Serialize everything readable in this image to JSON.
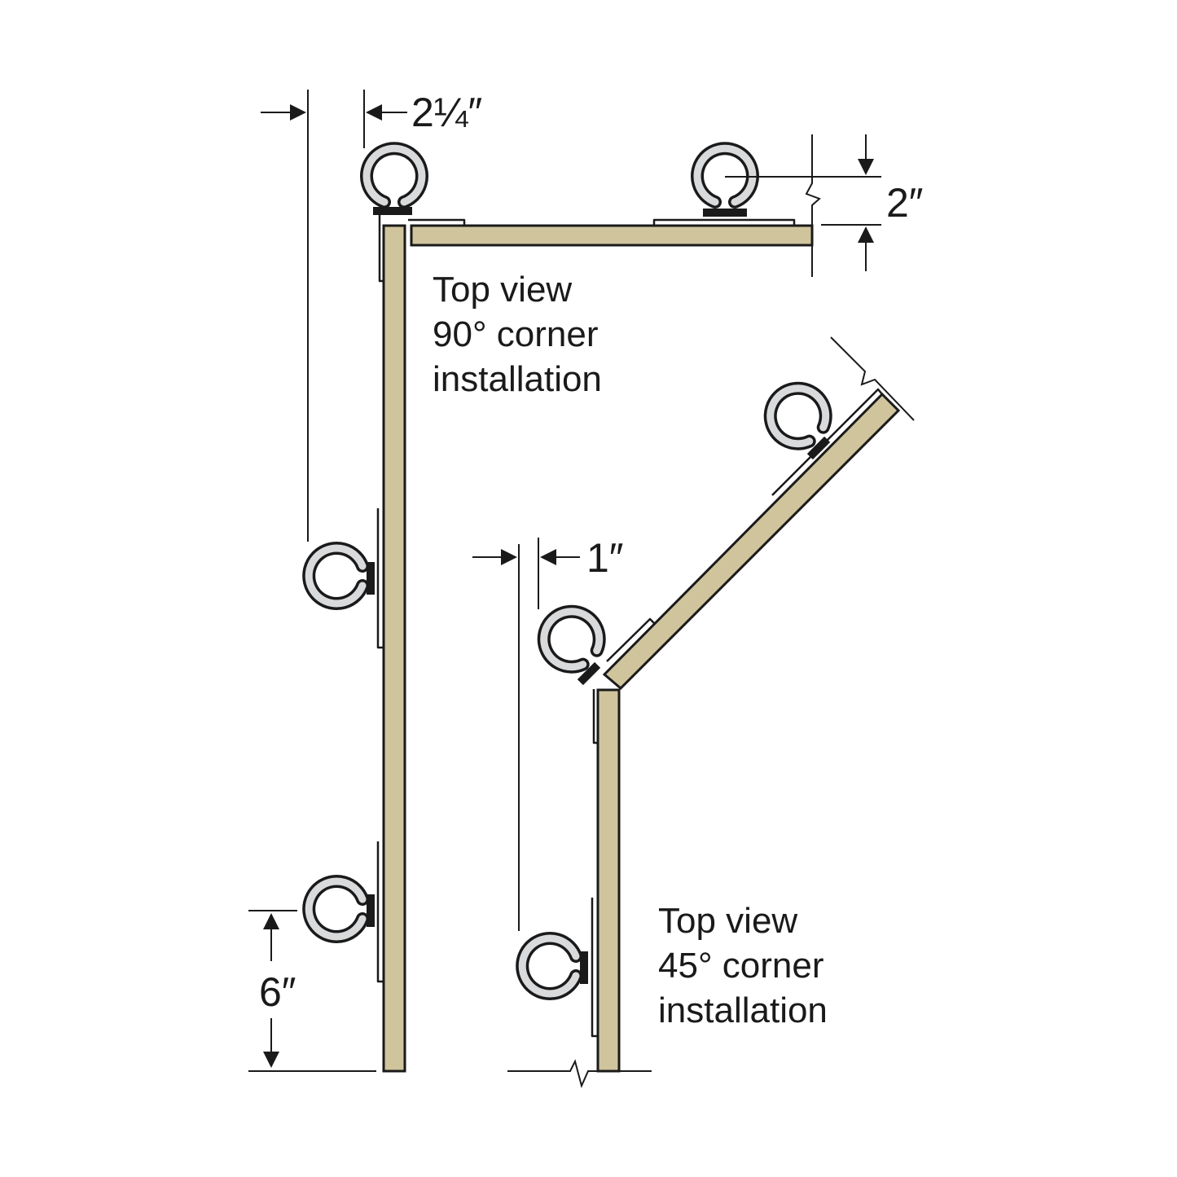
{
  "dimensions": {
    "top_offset": "2¼″",
    "rail_height": "2″",
    "corner_offset": "1″",
    "bottom_spacing": "6″"
  },
  "labels": {
    "corner_90": [
      "Top view",
      "90° corner",
      "installation"
    ],
    "corner_45": [
      "Top view",
      "45° corner",
      "installation"
    ]
  },
  "colors": {
    "board": "#cfc49c",
    "outline": "#1a1a1a",
    "ring_fill": "#d8dadc",
    "background": "#ffffff"
  }
}
